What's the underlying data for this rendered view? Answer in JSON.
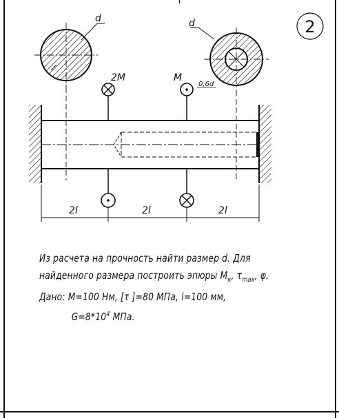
{
  "task_number": "2",
  "labels": {
    "d_left": "d",
    "d_right": "d",
    "moment_2M": "2M",
    "moment_M": "M",
    "hole_ratio": "0,6d",
    "span_1": "2l",
    "span_2": "2l",
    "span_3": "2l"
  },
  "text": {
    "line1": "Из расчета на прочность найти размер d. Для",
    "line2_a": "найденного размера построить эпюры M",
    "line2_sub_k": "к",
    "line2_b": ", τ",
    "line2_sub_max": "max",
    "line2_c": ", φ.",
    "line3": "Дано: M=100 Нм, [τ ]=80 МПа, l=100 мм,",
    "line4_a": "G=8*10",
    "line4_sup": "4",
    "line4_b": " МПа."
  }
}
